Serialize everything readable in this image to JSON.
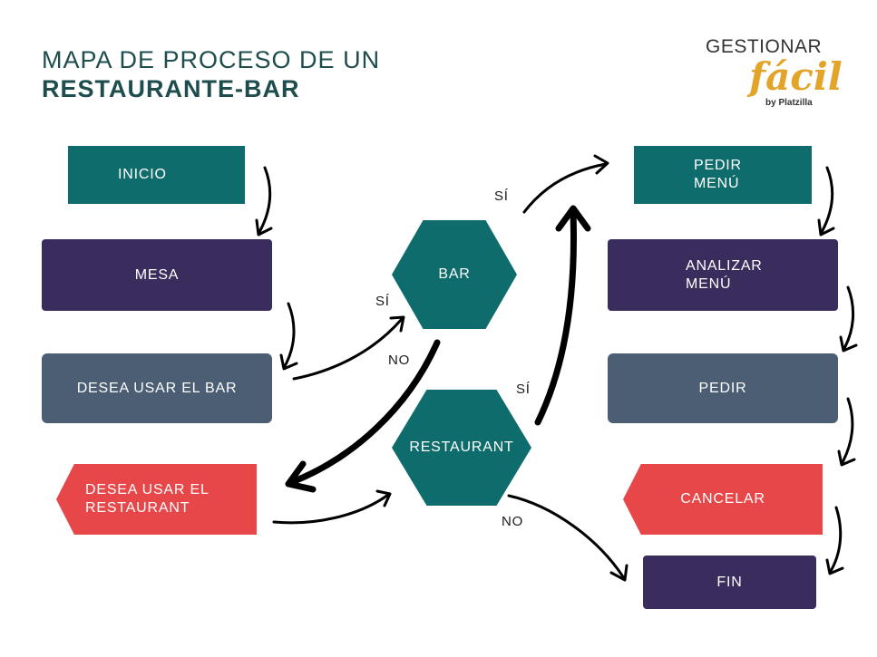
{
  "title": {
    "line1": "MAPA DE PROCESO DE UN",
    "line2": "RESTAURANTE-BAR"
  },
  "logo": {
    "top": "GESTIONAR",
    "script": "fácil",
    "by": "by Platzilla"
  },
  "nodes": {
    "inicio": "INICIO",
    "mesa": "MESA",
    "desea_bar": "DESEA USAR EL BAR",
    "desea_rest_line1": "DESEA USAR EL",
    "desea_rest_line2": "RESTAURANT",
    "bar": "BAR",
    "restaurant": "RESTAURANT",
    "pedir_menu_line1": "PEDIR",
    "pedir_menu_line2": "MENÚ",
    "analizar_line1": "ANALIZAR",
    "analizar_line2": "MENÚ",
    "pedir": "PEDIR",
    "cancelar": "CANCELAR",
    "fin": "FIN"
  },
  "labels": {
    "si_bar_left": "SÍ",
    "si_bar_top": "SÍ",
    "no_bar": "NO",
    "si_restaurant": "SÍ",
    "no_restaurant": "NO"
  },
  "colors": {
    "teal": "#0f6c6d",
    "purple": "#3b2c5e",
    "slate": "#4c5e74",
    "red": "#e8474a",
    "title": "#1e4d4d",
    "logo_accent": "#e3a42a"
  }
}
